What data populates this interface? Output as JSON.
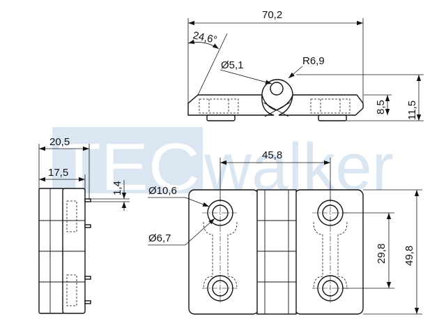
{
  "watermark": {
    "prefix": "TEC",
    "suffix": "walker"
  },
  "top_view": {
    "overall_length": "70,2",
    "angle": "24,6°",
    "pin_diameter": "Ø5,1",
    "knuckle_radius": "R6,9",
    "plate_thickness": "8,5",
    "overall_height": "11,5"
  },
  "side_view": {
    "total_depth": "20,5",
    "body_depth": "17,5",
    "stud_offset": "1,4"
  },
  "front_view": {
    "hole_spacing_x": "45,8",
    "counterbore_diameter": "Ø10,6",
    "hole_diameter": "Ø6,7",
    "hole_spacing_y": "29,8",
    "overall_width": "49,8"
  }
}
